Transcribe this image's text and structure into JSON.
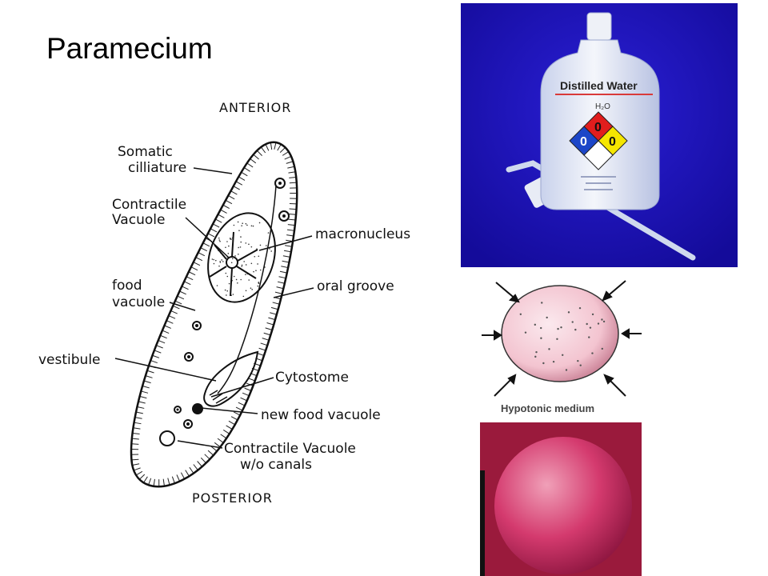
{
  "title": "Paramecium",
  "diagram": {
    "labels": {
      "anterior": "ANTERIOR",
      "posterior": "POSTERIOR",
      "somatic_1": "Somatic",
      "somatic_2": "cilliature",
      "contractile_1": "Contractile",
      "contractile_2": "Vacuole",
      "food_1": "food",
      "food_2": "vacuole",
      "vestibule": "vestibule",
      "macronucleus": "macronucleus",
      "oral_groove": "oral groove",
      "cytostome": "Cytostome",
      "new_food_vacuole": "new food vacuole",
      "cv_canals_1": "Contractile Vacuole",
      "cv_canals_2": "w/o canals"
    }
  },
  "bottle": {
    "label": "Distilled Water",
    "formula": "H₂O",
    "hazard": {
      "top": "0",
      "left": "0",
      "right": "0"
    },
    "colors": {
      "background": "#1b12b8",
      "health": "#1c46c8",
      "flammability": "#e11d1d",
      "reactivity": "#f5e600"
    }
  },
  "cell": {
    "medium_label": "Hypotonic medium"
  }
}
